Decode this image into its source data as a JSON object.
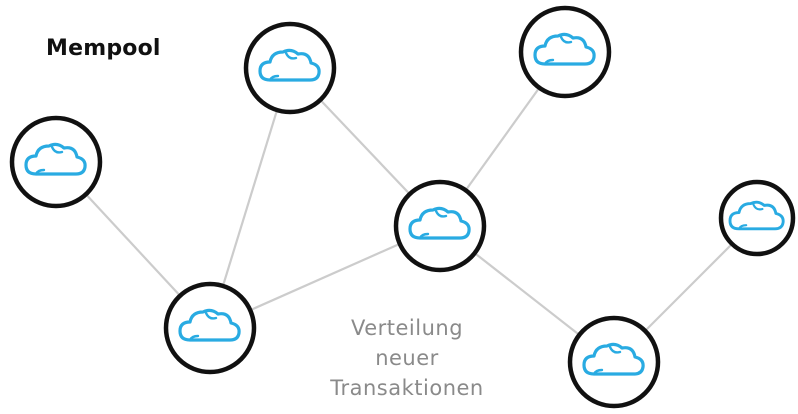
{
  "title": "Mempool",
  "caption": {
    "line1": "Verteilung",
    "line2": "neuer",
    "line3": "Transaktionen"
  },
  "colors": {
    "node_stroke": "#111111",
    "cloud_stroke": "#29abe2",
    "edge": "#cccccc",
    "caption": "#8a8a8a"
  },
  "icons": {
    "node": "cloud-icon"
  }
}
